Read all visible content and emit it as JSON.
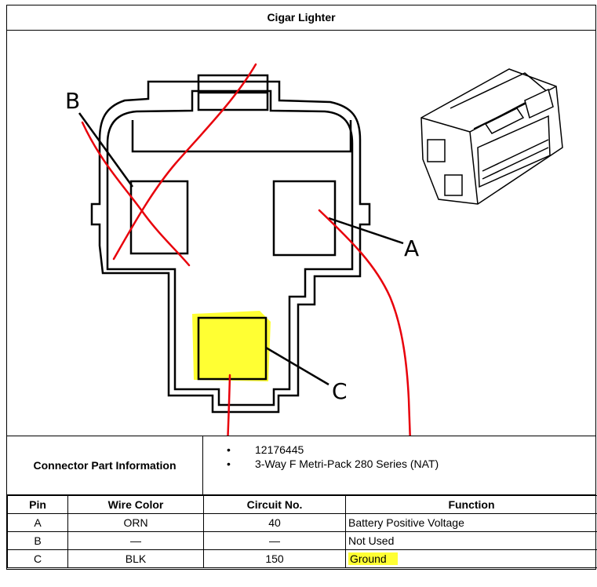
{
  "title": "Cigar Lighter",
  "diagram": {
    "pin_labels": {
      "a": "A",
      "b": "B",
      "c": "C"
    },
    "colors": {
      "annotation": "#e8000b",
      "highlight": "#ffff33"
    }
  },
  "connector_info": {
    "label": "Connector Part Information",
    "items": [
      "12176445",
      "3-Way F Metri-Pack 280 Series (NAT)"
    ]
  },
  "table": {
    "headers": [
      "Pin",
      "Wire Color",
      "Circuit No.",
      "Function"
    ],
    "rows": [
      {
        "pin": "A",
        "wire_color": "ORN",
        "circuit": "40",
        "function": "Battery Positive Voltage"
      },
      {
        "pin": "B",
        "wire_color": "—",
        "circuit": "—",
        "function": "Not Used"
      },
      {
        "pin": "C",
        "wire_color": "BLK",
        "circuit": "150",
        "function": "Ground"
      }
    ]
  }
}
